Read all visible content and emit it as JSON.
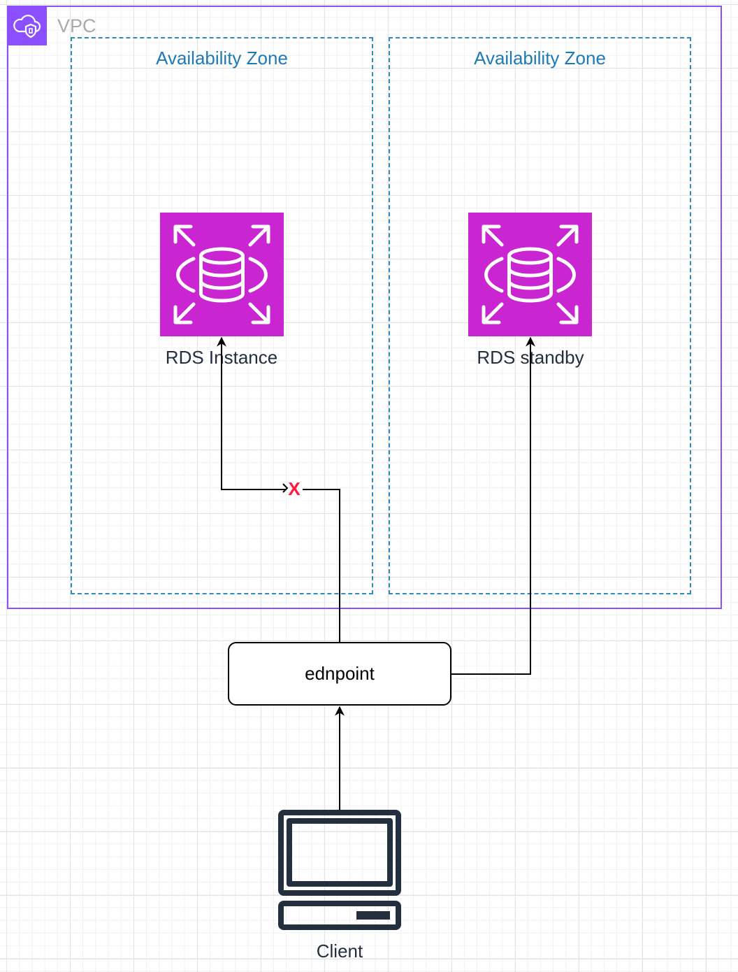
{
  "vpc": {
    "label": "VPC",
    "border_color": "#8c4fff",
    "icon": "vpc-cloud-shield-icon"
  },
  "availability_zones": [
    {
      "label": "Availability Zone"
    },
    {
      "label": "Availability Zone"
    }
  ],
  "nodes": {
    "rds_primary": {
      "label": "RDS Instance",
      "icon": "rds-database-icon",
      "color": "#c925d1"
    },
    "rds_standby": {
      "label": "RDS standby",
      "icon": "rds-database-icon",
      "color": "#c925d1"
    },
    "endpoint": {
      "label": "ednpoint"
    },
    "client": {
      "label": "Client",
      "icon": "computer-monitor-icon"
    }
  },
  "edges": [
    {
      "from": "client",
      "to": "endpoint"
    },
    {
      "from": "endpoint",
      "to": "rds_primary",
      "status": "broken",
      "marker": "X",
      "marker_color": "#ff1a3c"
    },
    {
      "from": "endpoint",
      "to": "rds_standby"
    }
  ]
}
